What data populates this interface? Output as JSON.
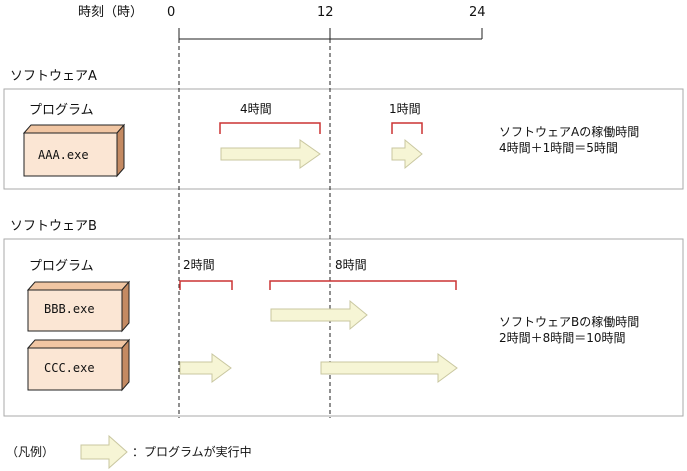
{
  "axis": {
    "title": "時刻（時）",
    "ticks": [
      "0",
      "12",
      "24"
    ]
  },
  "software_a": {
    "title": "ソフトウェアA",
    "program_label": "プログラム",
    "programs": [
      "AAA.exe"
    ],
    "span_labels": [
      "4時間",
      "1時間"
    ],
    "summary_line1": "ソフトウェアAの稼働時間",
    "summary_line2": "4時間＋1時間＝5時間"
  },
  "software_b": {
    "title": "ソフトウェアB",
    "program_label": "プログラム",
    "programs": [
      "BBB.exe",
      "CCC.exe"
    ],
    "span_labels": [
      "2時間",
      "8時間"
    ],
    "summary_line1": "ソフトウェアBの稼働時間",
    "summary_line2": "2時間＋8時間＝10時間"
  },
  "legend": {
    "label": "（凡例）",
    "text": "：プログラムが実行中"
  },
  "colors": {
    "box_front": "#fbe6d4",
    "box_top": "#f1c6a3",
    "box_side": "#c48a62",
    "arrow_fill": "#f6f5d5",
    "arrow_stroke": "#c9c7a0",
    "bracket": "#cc3333",
    "panel_border": "#aaaaaa"
  }
}
